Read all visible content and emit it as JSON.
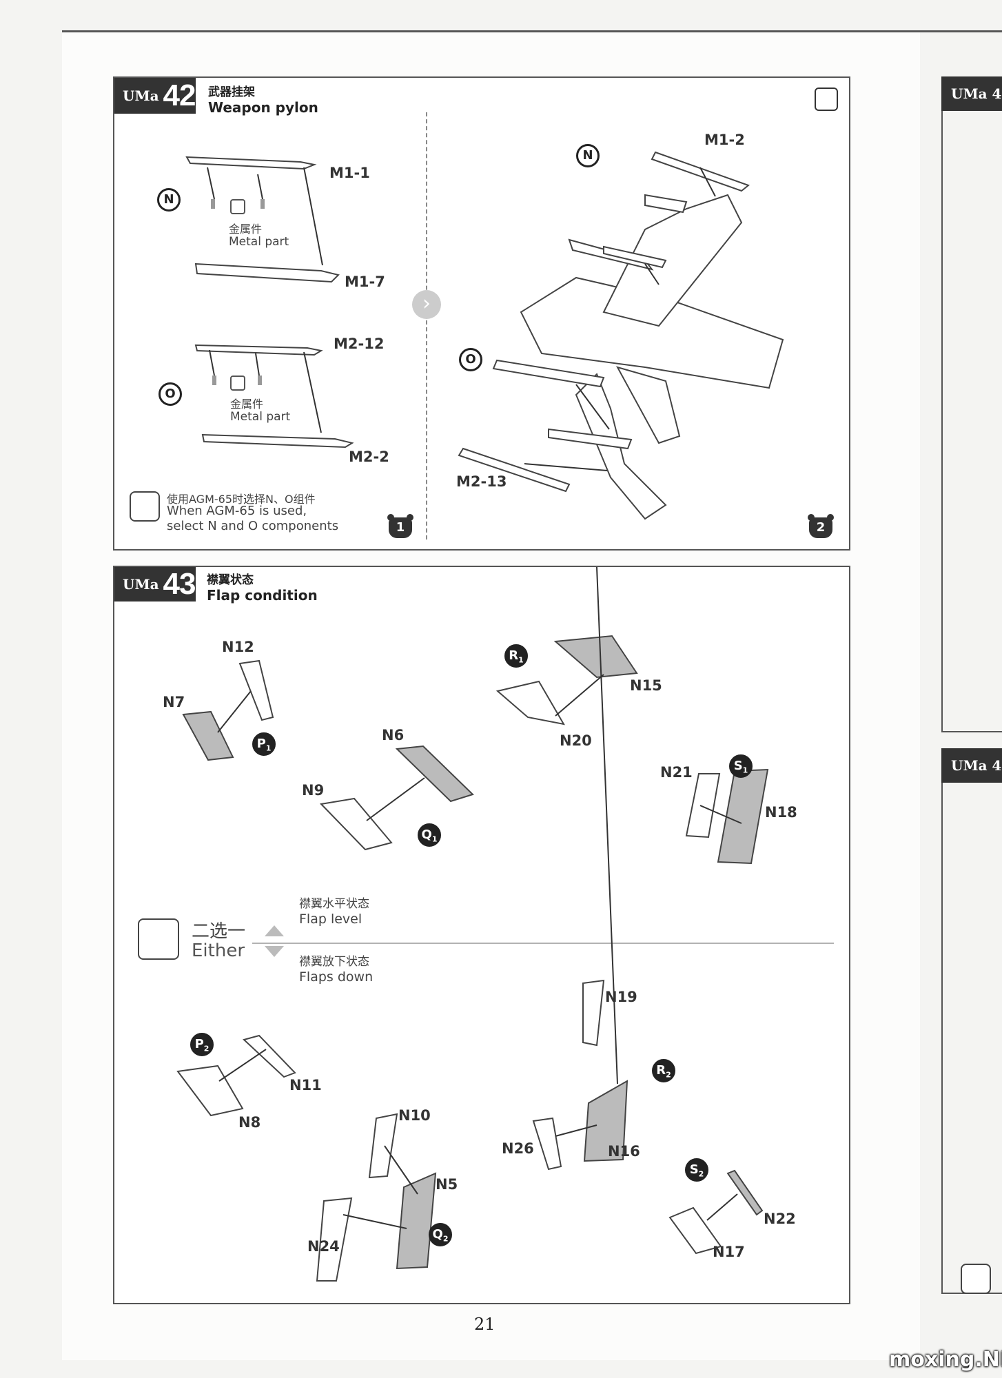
{
  "page_number": "21",
  "watermark": "moxing.NET",
  "step42": {
    "brand": "UMa",
    "number": "42",
    "title_cn": "武器挂架",
    "title_en": "Weapon pylon",
    "circle_n": "N",
    "circle_o": "O",
    "parts": [
      "M1-1",
      "M1-7",
      "M2-12",
      "M2-2",
      "M1-2",
      "M2-13"
    ],
    "metal_cn": "金属件",
    "metal_en": "Metal part",
    "note_cn": "使用AGM-65时选择N、O组件",
    "note_en_1": "When AGM-65 is used,",
    "note_en_2": "select N and O components",
    "sub1": "1",
    "sub2": "2"
  },
  "step43": {
    "brand": "UMa",
    "number": "43",
    "title_cn": "襟翼状态",
    "title_en": "Flap condition",
    "either_cn": "二选一",
    "either_en": "Either",
    "level_cn": "襟翼水平状态",
    "level_en": "Flap level",
    "down_cn": "襟翼放下状态",
    "down_en": "Flaps down",
    "parts": [
      "N12",
      "N7",
      "N6",
      "N9",
      "N15",
      "N20",
      "N21",
      "N18",
      "N19",
      "N11",
      "N8",
      "N10",
      "N5",
      "N24",
      "N26",
      "N16",
      "N22",
      "N17"
    ],
    "circles": [
      {
        "letter": "P",
        "sub": "1"
      },
      {
        "letter": "Q",
        "sub": "1"
      },
      {
        "letter": "R",
        "sub": "1"
      },
      {
        "letter": "S",
        "sub": "1"
      },
      {
        "letter": "P",
        "sub": "2"
      },
      {
        "letter": "Q",
        "sub": "2"
      },
      {
        "letter": "R",
        "sub": "2"
      },
      {
        "letter": "S",
        "sub": "2"
      }
    ]
  },
  "next_page_steps": [
    "UMa 4",
    "UMa 4"
  ]
}
